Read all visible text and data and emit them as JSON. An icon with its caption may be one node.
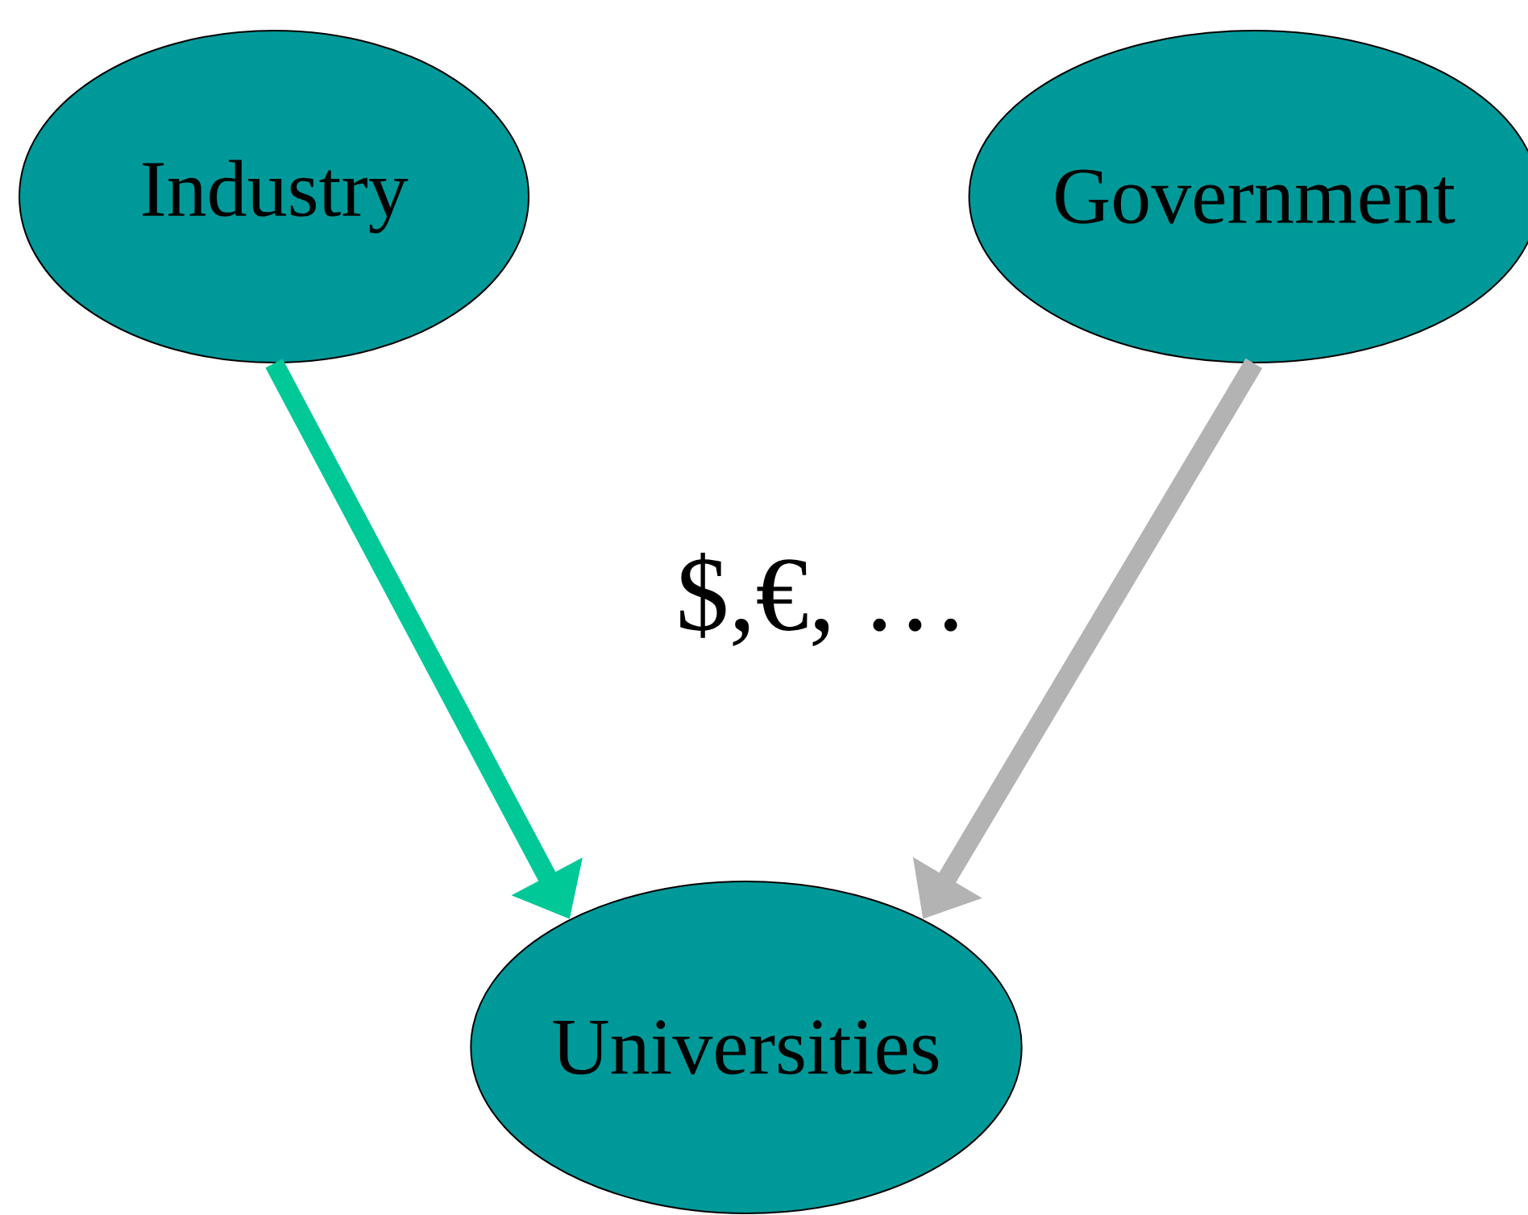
{
  "diagram": {
    "nodes": [
      {
        "text": [
          "Industry"
        ]
      },
      {
        "text": [
          "Government"
        ]
      },
      {
        "text": [
          "Universities"
        ]
      }
    ],
    "edges": [
      {
        "from": 0,
        "to": 2,
        "arrow": "to",
        "color": "#00c896"
      },
      {
        "from": 1,
        "to": 2,
        "arrow": "to",
        "color": "#b3b3b3"
      }
    ],
    "labels": [
      "$,€, …"
    ]
  }
}
